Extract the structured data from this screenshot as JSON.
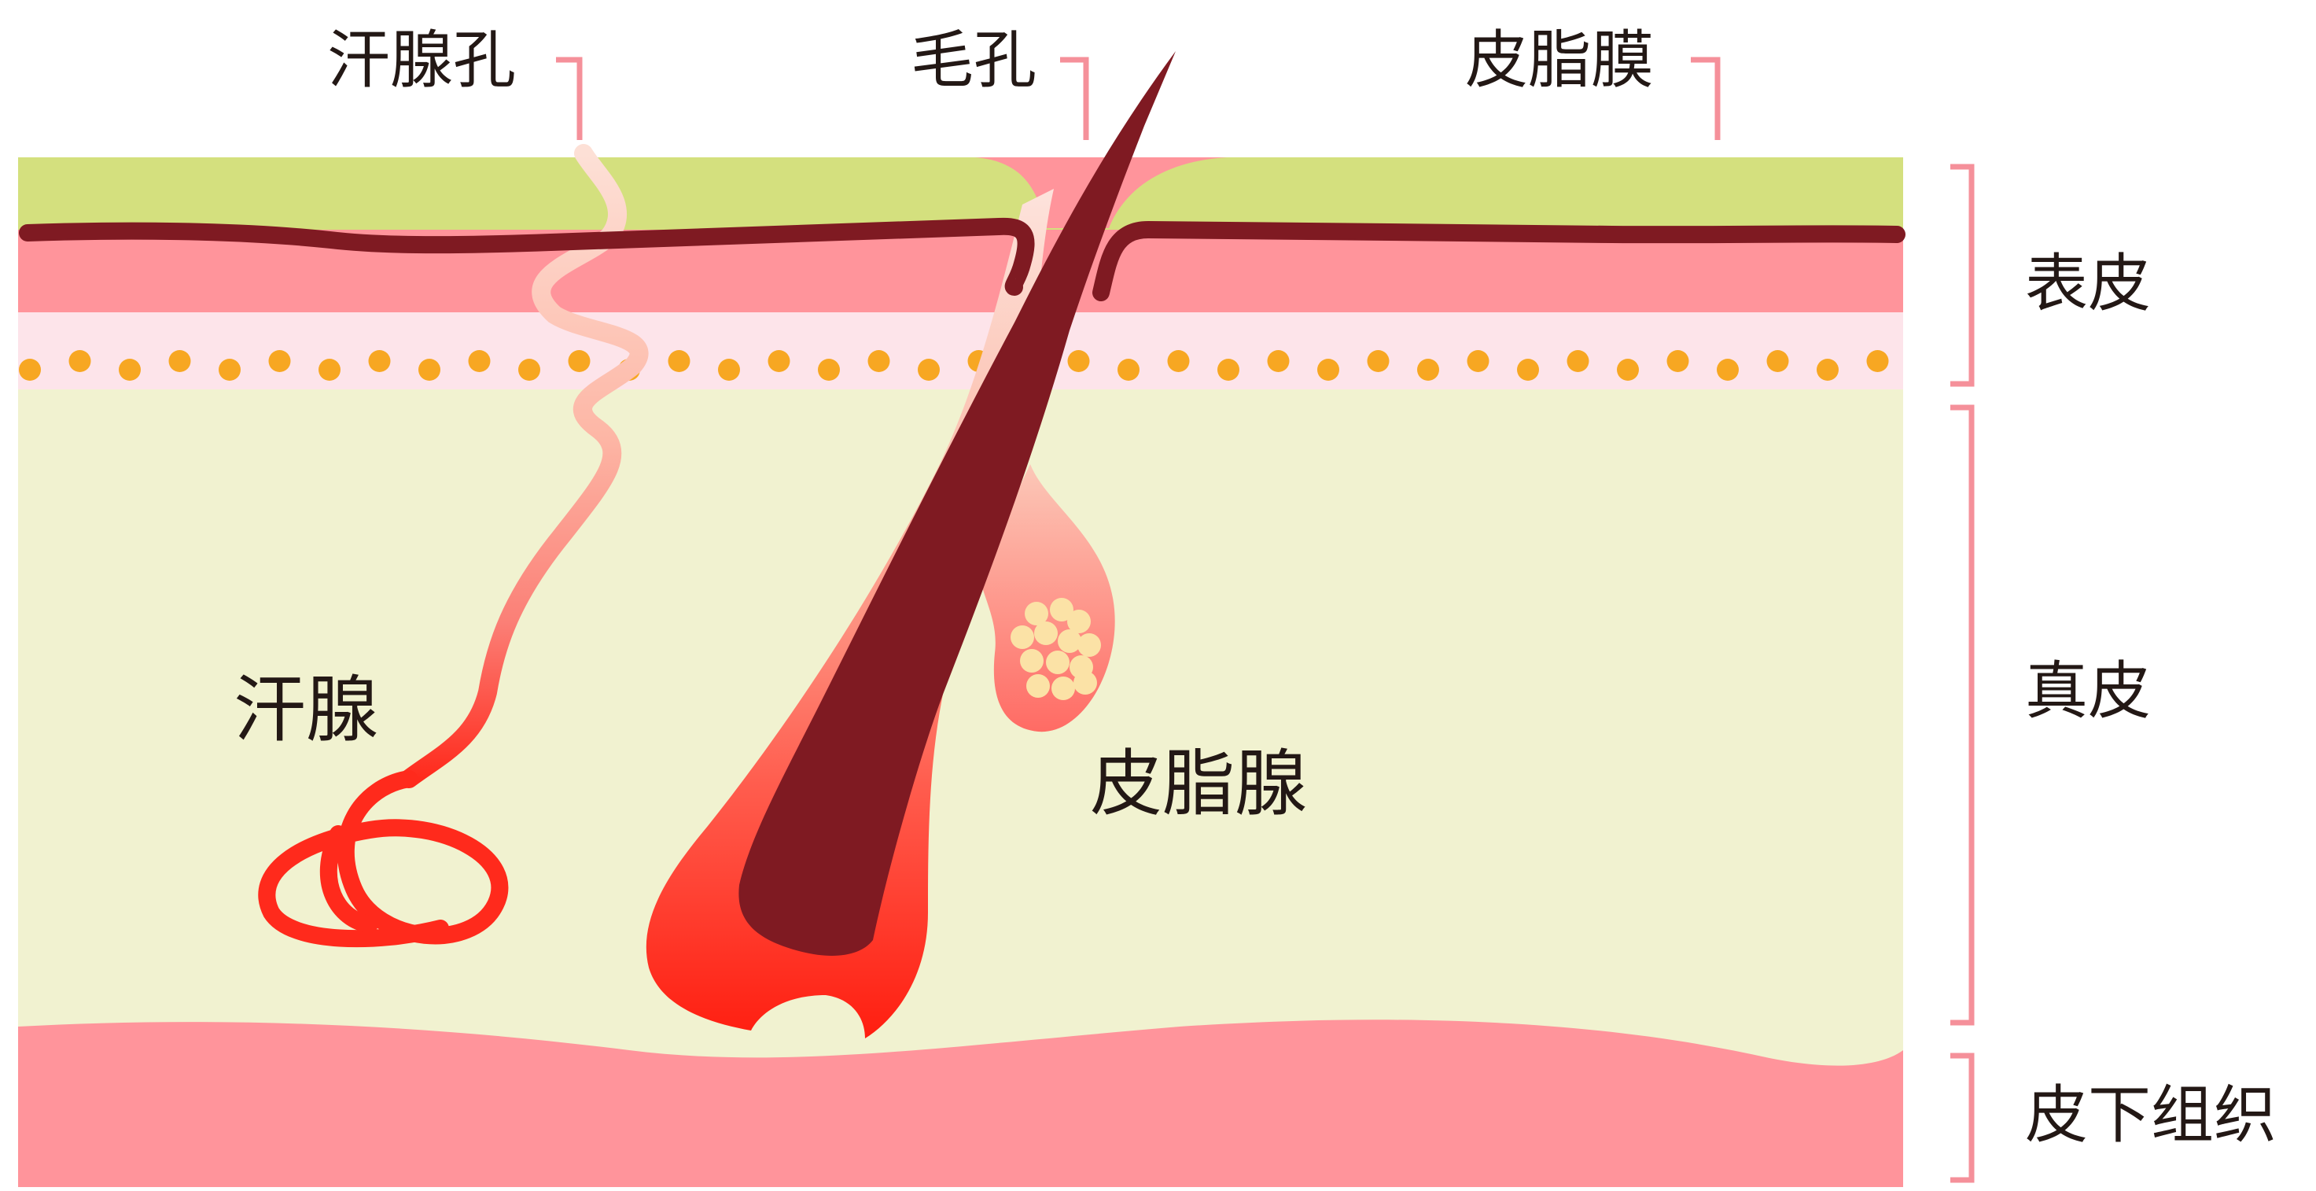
{
  "labels": {
    "sweat_pore": "汗腺孔",
    "hair_pore": "毛孔",
    "sebum_film": "皮脂膜",
    "sweat_gland": "汗腺",
    "sebaceous_gland": "皮脂腺",
    "epidermis": "表皮",
    "dermis": "真皮",
    "subcutaneous": "皮下组织"
  },
  "colors": {
    "sebum_film": "#d4e07e",
    "epidermis": "#ff949b",
    "basal_layer": "#fde4ea",
    "basal_dots": "#f7a722",
    "dermis": "#f1f2d0",
    "subcutaneous": "#ff949b",
    "surface_line": "#7f1a22",
    "hair": "#7f1a22",
    "follicle_red": "#ff2a1c",
    "sweat_duct_light": "#fcc4b0",
    "bracket": "#f5909a",
    "sebum_cells": "#fbe2a6"
  }
}
